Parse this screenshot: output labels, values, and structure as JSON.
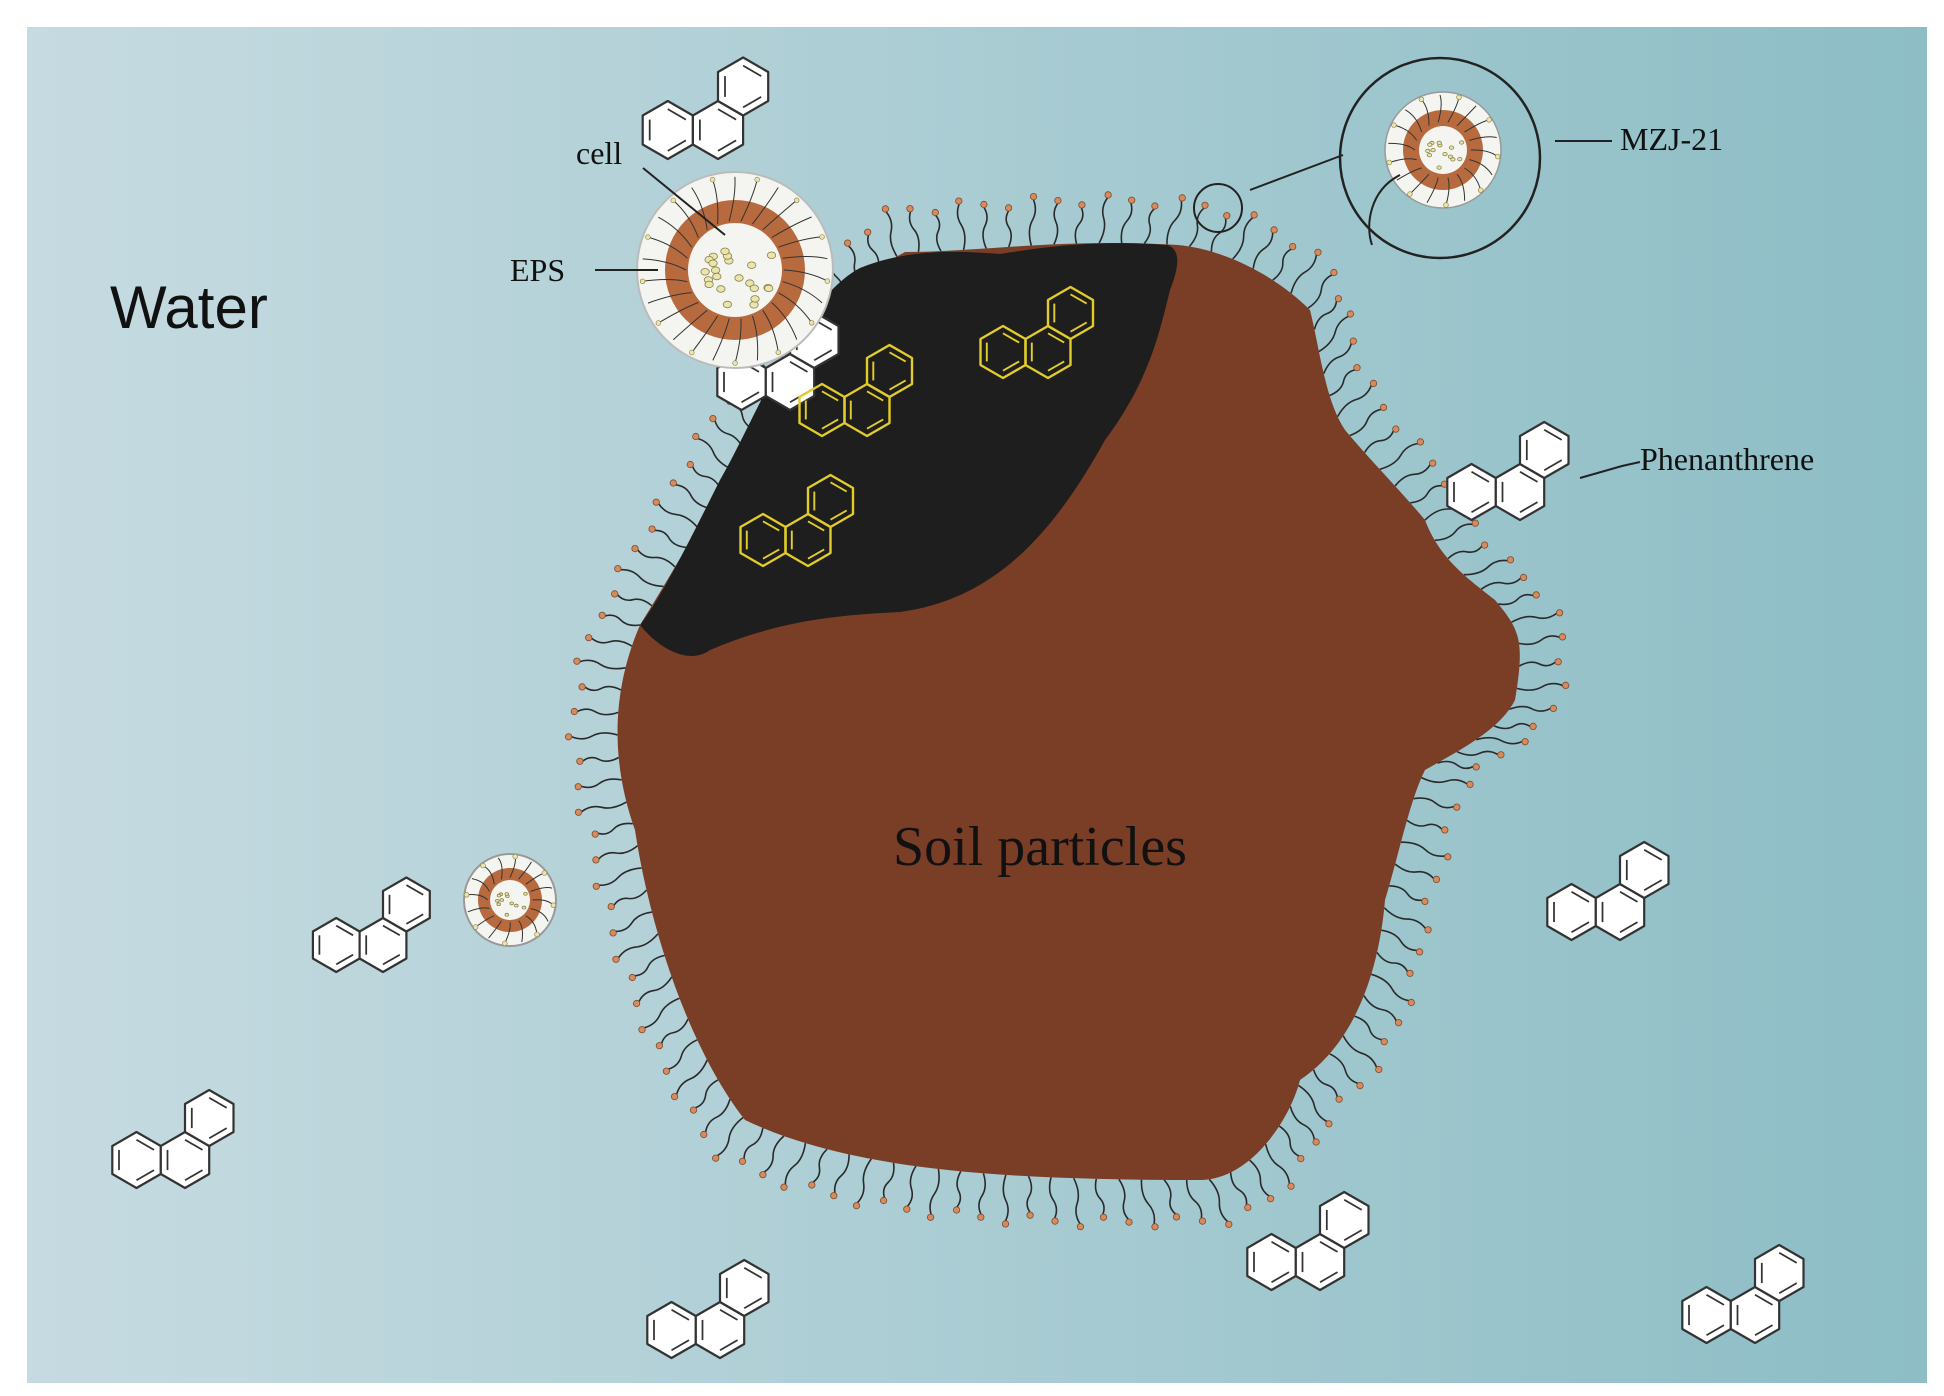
{
  "labels": {
    "water": "Water",
    "soil": "Soil particles",
    "cell": "cell",
    "eps": "EPS",
    "strain": "MZJ-21",
    "pah": "Phenanthrene"
  },
  "colors": {
    "water_left": "#c6dbe1",
    "water_right": "#8dbdc5",
    "soil": "#7a3d26",
    "organic_matter": "#1e1e1e",
    "cell_ring": "#b76a3e",
    "eps": "#f4f4f0",
    "sorbed_phenanthrene": "#e2cc2a",
    "free_phenanthrene": "#ffffff",
    "surfactant_head": "#d88a5a"
  },
  "icons": {
    "molecule": "phenanthrene-molecule-icon",
    "cell": "bacterial-cell-icon",
    "surfactant": "surfactant-chain-icon",
    "magnifier": "zoom-callout-icon"
  }
}
